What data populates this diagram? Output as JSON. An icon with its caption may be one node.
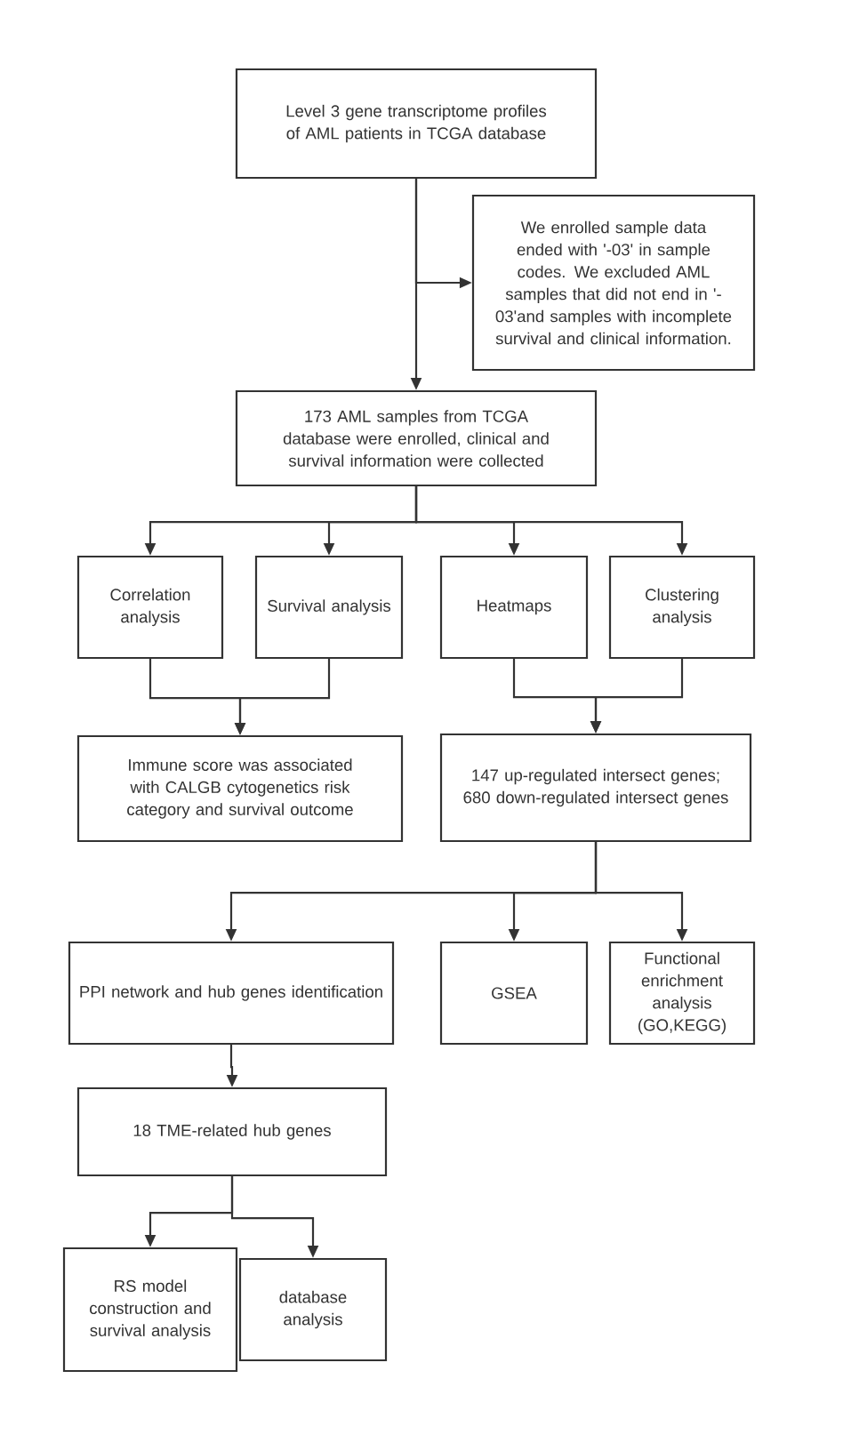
{
  "diagram": {
    "nodes": [
      {
        "text": [
          "Level 3 gene transcriptome profiles of AML patients in TCGA database"
        ]
      },
      {
        "text": [
          "We enrolled sample data ended with '-03' in sample codes. We excluded AML samples that did not end in '-03'and samples with incomplete survival and clinical information."
        ]
      },
      {
        "text": [
          "173 AML samples from TCGA database were enrolled, clinical and survival information were collected"
        ]
      },
      {
        "text": [
          "Correlation analysis"
        ]
      },
      {
        "text": [
          "Survival analysis"
        ]
      },
      {
        "text": [
          "Heatmaps"
        ]
      },
      {
        "text": [
          "Clustering analysis"
        ]
      },
      {
        "text": [
          "Immune score was associated with CALGB cytogenetics risk category and survival outcome"
        ]
      },
      {
        "text": [
          "147 up-regulated intersect genes; 680 down-regulated intersect genes"
        ]
      },
      {
        "text": [
          "PPI network and hub genes identification"
        ]
      },
      {
        "text": [
          "GSEA"
        ]
      },
      {
        "text": [
          "Functional enrichment analysis (GO,KEGG)"
        ]
      },
      {
        "text": [
          "18 TME-related hub genes"
        ]
      },
      {
        "text": [
          "RS model construction and survival analysis"
        ]
      },
      {
        "text": [
          "database analysis"
        ]
      }
    ],
    "edges": [
      {
        "from": 0,
        "to": 1,
        "arrow": "to"
      },
      {
        "from": 0,
        "to": 2,
        "arrow": "to"
      },
      {
        "from": 2,
        "to": 3,
        "arrow": "to"
      },
      {
        "from": 2,
        "to": 4,
        "arrow": "to"
      },
      {
        "from": 2,
        "to": 5,
        "arrow": "to"
      },
      {
        "from": 2,
        "to": 6,
        "arrow": "to"
      },
      {
        "from": 3,
        "to": 7,
        "arrow": "to"
      },
      {
        "from": 4,
        "to": 7,
        "arrow": "to"
      },
      {
        "from": 5,
        "to": 8,
        "arrow": "to"
      },
      {
        "from": 6,
        "to": 8,
        "arrow": "to"
      },
      {
        "from": 8,
        "to": 9,
        "arrow": "to"
      },
      {
        "from": 8,
        "to": 10,
        "arrow": "to"
      },
      {
        "from": 8,
        "to": 11,
        "arrow": "to"
      },
      {
        "from": 9,
        "to": 12,
        "arrow": "to"
      },
      {
        "from": 12,
        "to": 13,
        "arrow": "to"
      },
      {
        "from": 12,
        "to": 14,
        "arrow": "to"
      }
    ]
  }
}
